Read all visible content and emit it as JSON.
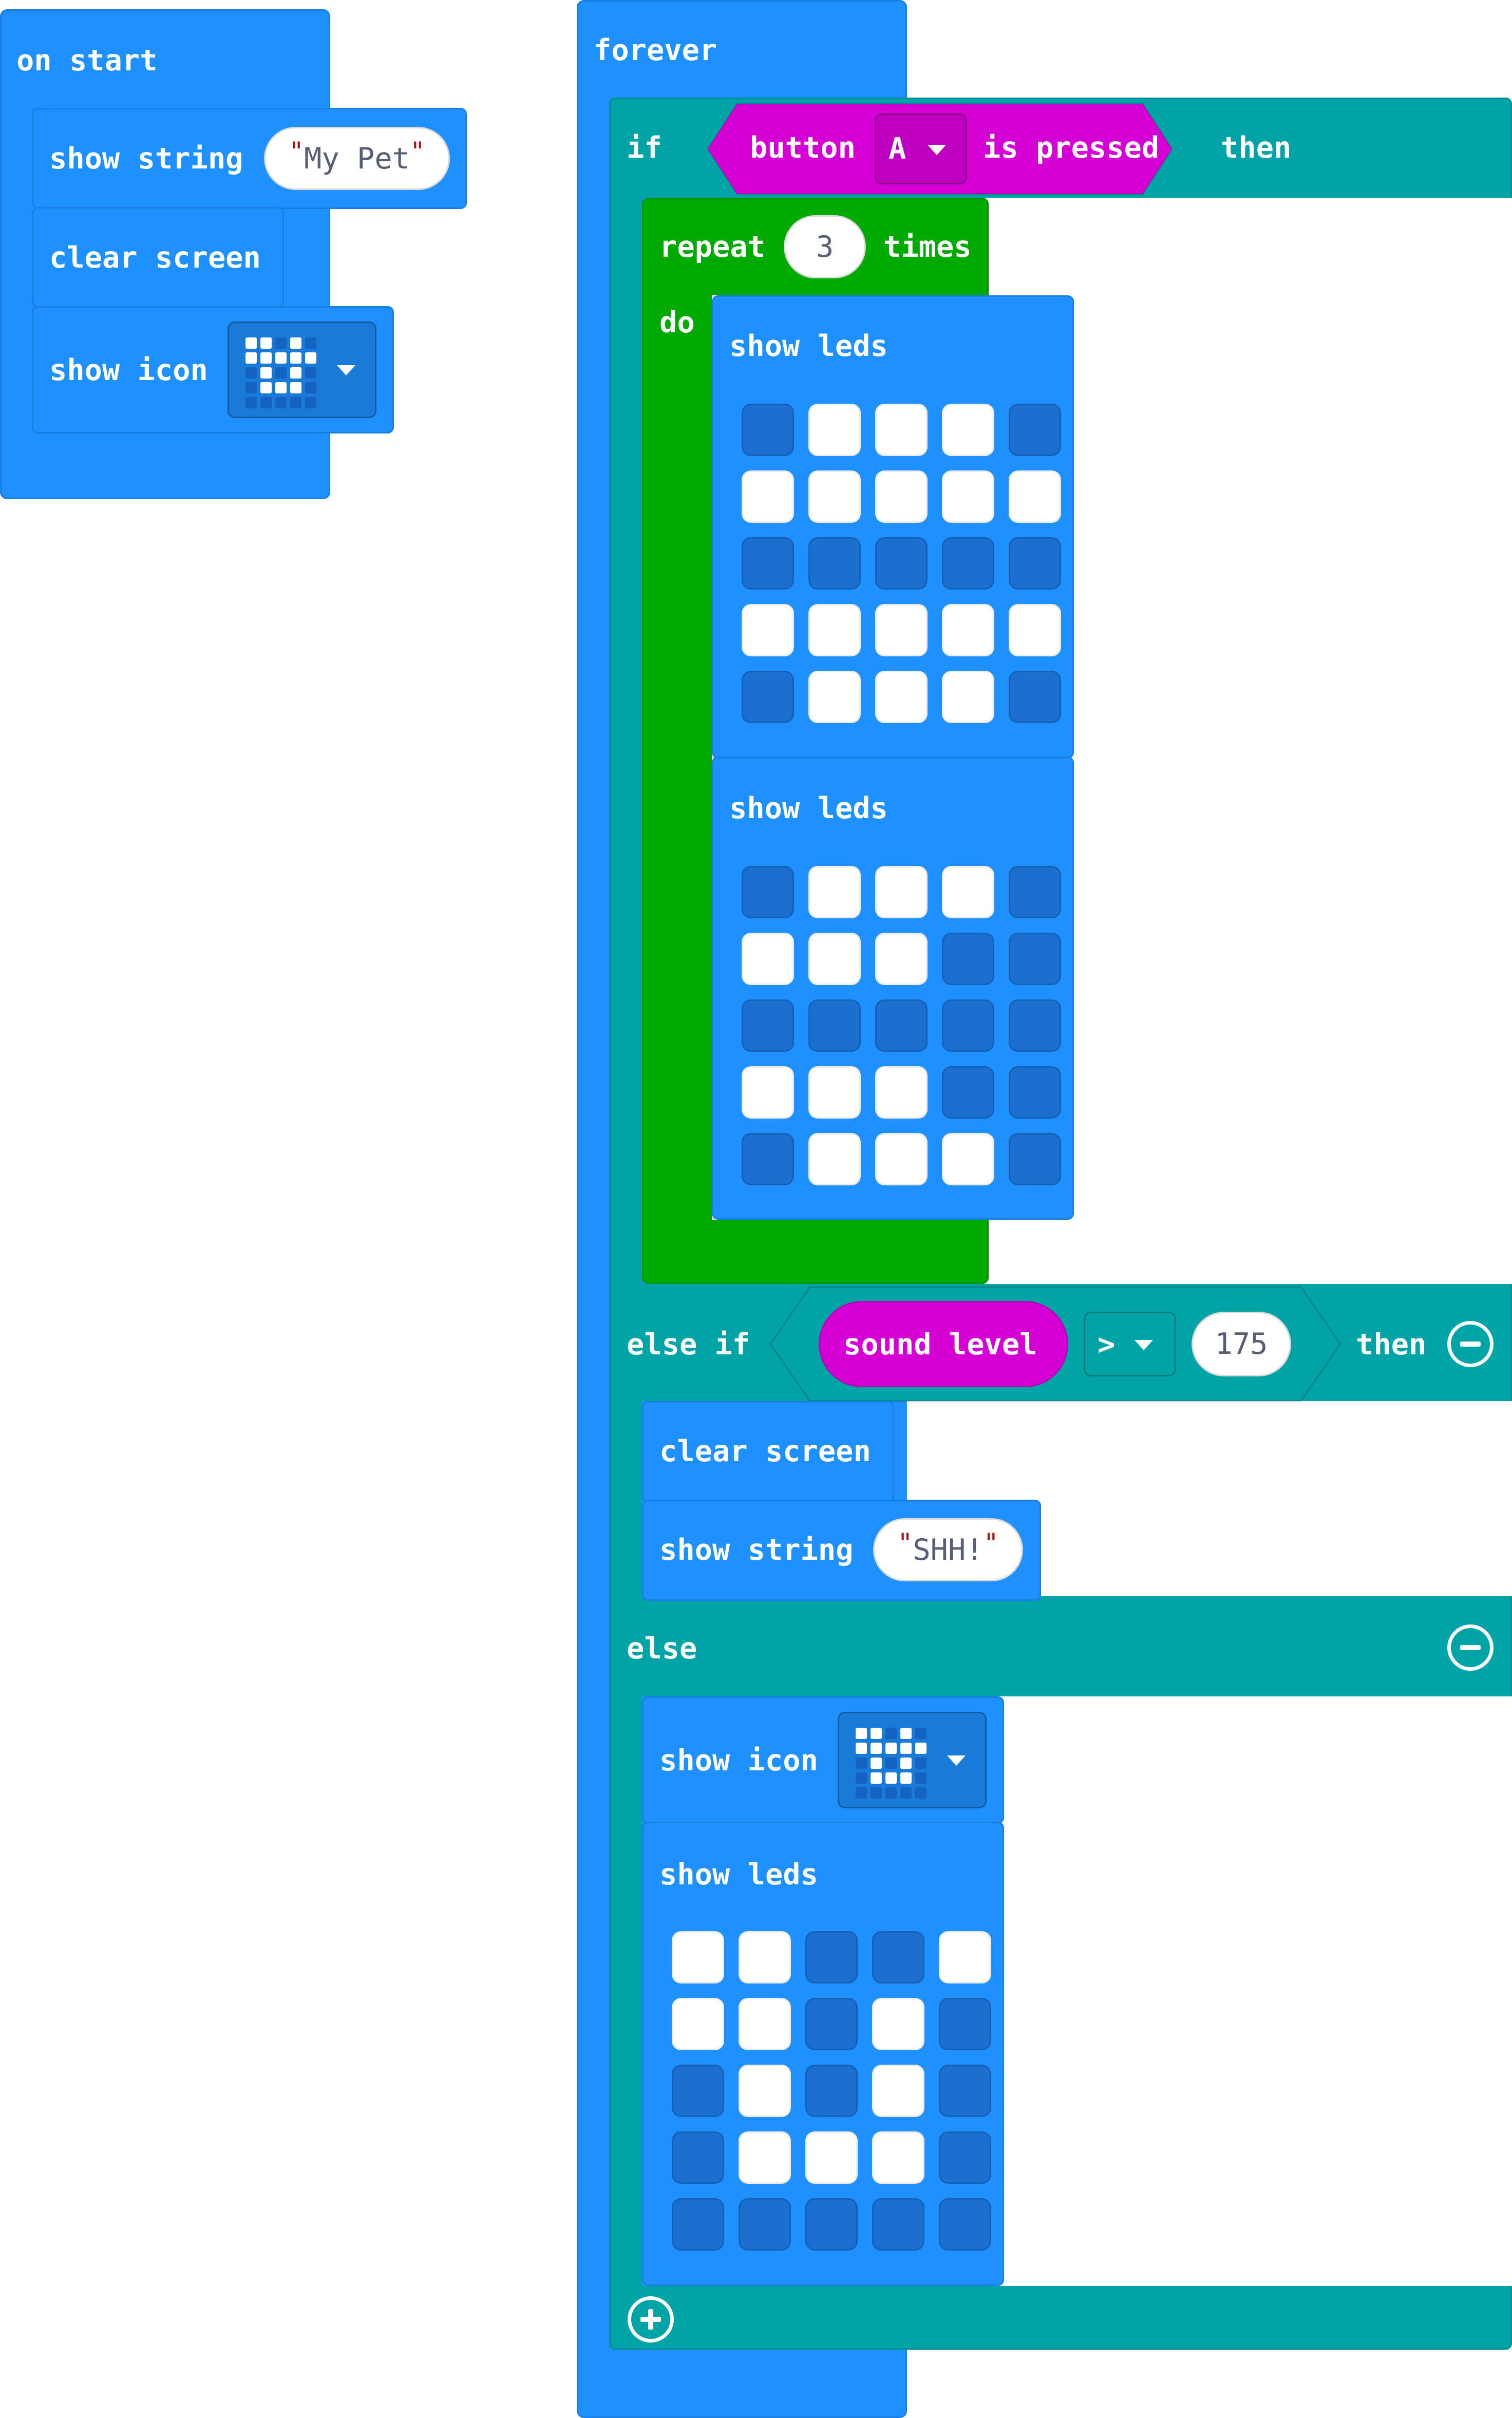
{
  "on_start": {
    "hat_label": "on start",
    "show_string_label": "show string",
    "show_string_value": "My Pet",
    "clear_screen_label": "clear screen",
    "show_icon_label": "show icon",
    "icon_pattern": [
      [
        1,
        1,
        0,
        1,
        0
      ],
      [
        1,
        1,
        1,
        1,
        1
      ],
      [
        0,
        1,
        0,
        1,
        0
      ],
      [
        0,
        1,
        1,
        1,
        0
      ],
      [
        0,
        0,
        0,
        0,
        0
      ]
    ]
  },
  "forever": {
    "hat_label": "forever",
    "if_label": "if",
    "button_label": "button",
    "button_value": "A",
    "is_pressed_label": "is pressed",
    "then_label": "then",
    "repeat_label": "repeat",
    "repeat_count": "3",
    "times_label": "times",
    "do_label": "do",
    "show_leds_label": "show leds",
    "leds_1": [
      [
        0,
        1,
        1,
        1,
        0
      ],
      [
        1,
        1,
        1,
        1,
        1
      ],
      [
        0,
        0,
        0,
        0,
        0
      ],
      [
        1,
        1,
        1,
        1,
        1
      ],
      [
        0,
        1,
        1,
        1,
        0
      ]
    ],
    "leds_2": [
      [
        0,
        1,
        1,
        1,
        0
      ],
      [
        1,
        1,
        1,
        0,
        0
      ],
      [
        0,
        0,
        0,
        0,
        0
      ],
      [
        1,
        1,
        1,
        0,
        0
      ],
      [
        0,
        1,
        1,
        1,
        0
      ]
    ],
    "else_if_label": "else if",
    "sound_level_label": "sound level",
    "operator_value": ">",
    "threshold_value": "175",
    "clear_screen_label": "clear screen",
    "show_string_label": "show string",
    "show_string_value": "SHH!",
    "else_label": "else",
    "show_icon_label": "show icon",
    "icon_pattern": [
      [
        1,
        1,
        0,
        1,
        0
      ],
      [
        1,
        1,
        1,
        1,
        1
      ],
      [
        0,
        1,
        0,
        1,
        0
      ],
      [
        0,
        1,
        1,
        1,
        0
      ],
      [
        0,
        0,
        0,
        0,
        0
      ]
    ],
    "leds_3": [
      [
        1,
        1,
        0,
        0,
        1
      ],
      [
        1,
        1,
        0,
        1,
        0
      ],
      [
        0,
        1,
        0,
        1,
        0
      ],
      [
        0,
        1,
        1,
        1,
        0
      ],
      [
        0,
        0,
        0,
        0,
        0
      ]
    ]
  },
  "colors": {
    "basic": "#1e90ff",
    "logic": "#00a4a6",
    "loops": "#00aa00",
    "input": "#d400d4",
    "led_on": "#ffffff",
    "led_off": "#1a6fcf"
  }
}
